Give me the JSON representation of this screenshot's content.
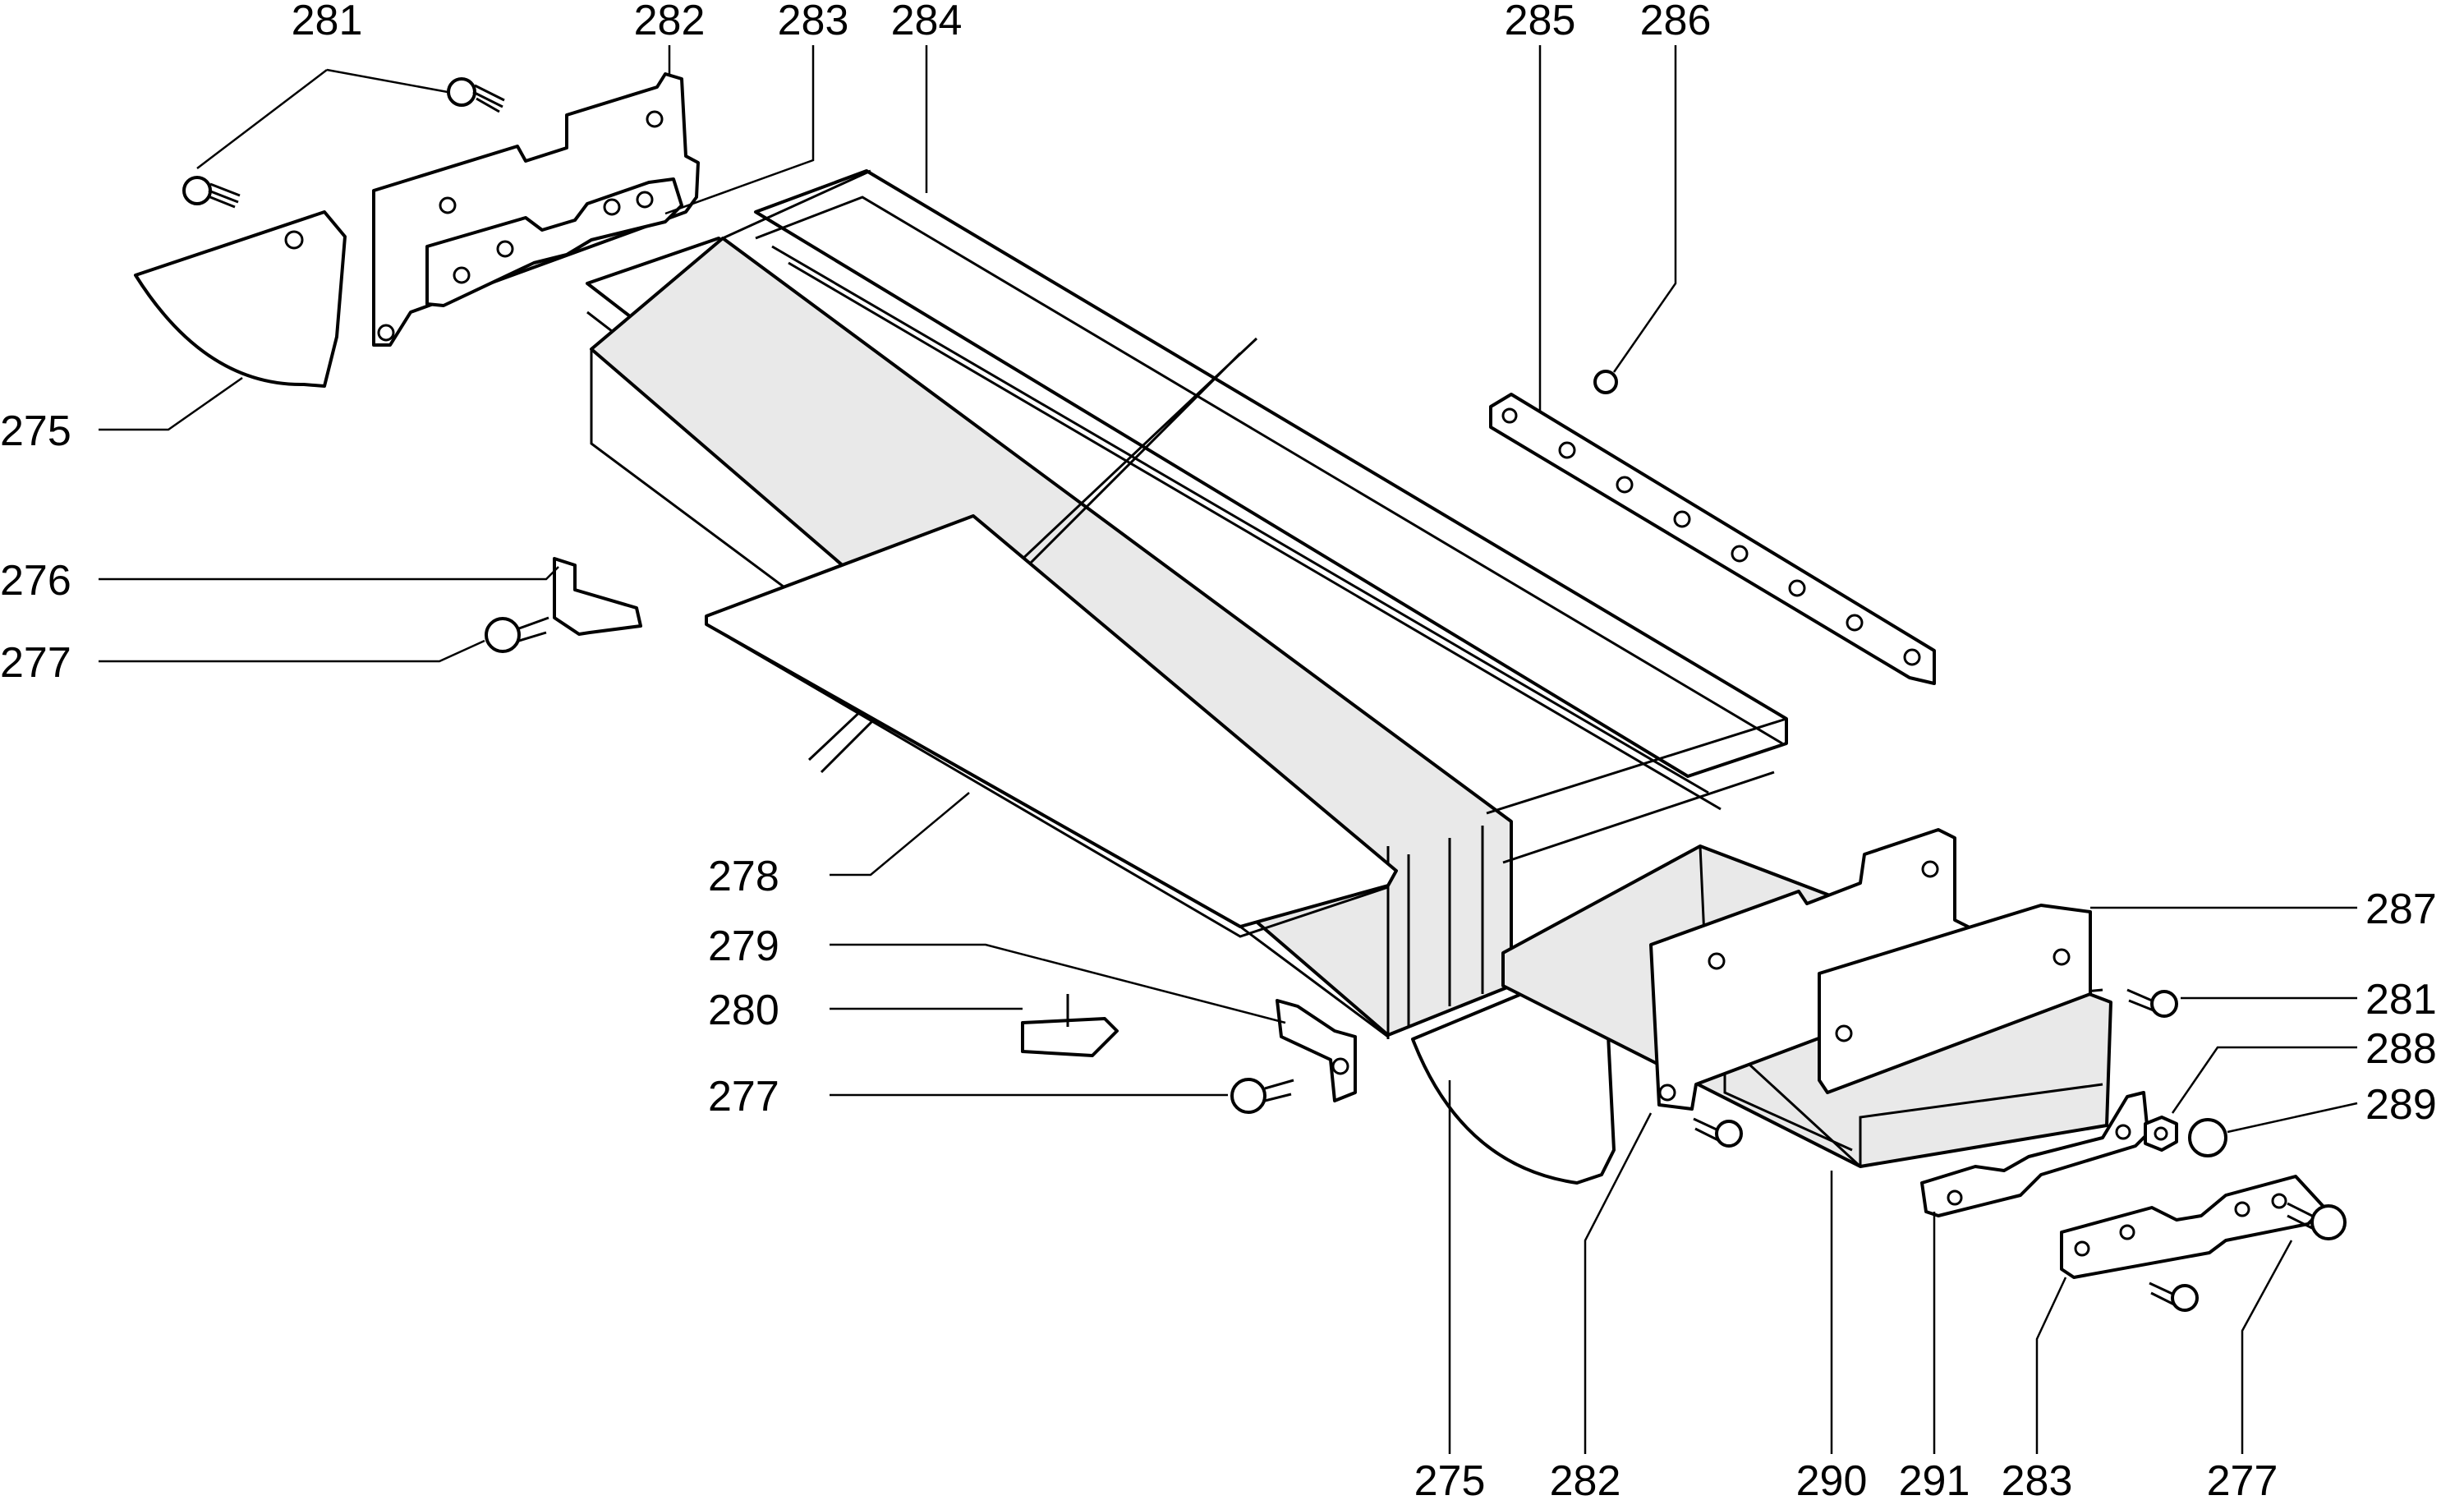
{
  "labels": {
    "top": [
      "281",
      "282",
      "283",
      "284",
      "285",
      "286"
    ],
    "left": [
      "275",
      "276",
      "277",
      "278",
      "279",
      "280",
      "277"
    ],
    "right": [
      "287",
      "281",
      "288",
      "289"
    ],
    "bottom": [
      "275",
      "282",
      "290",
      "291",
      "283",
      "277"
    ]
  },
  "colors": {
    "line": "#000000",
    "paper": "#ffffff",
    "shade": "#e9e9e9"
  }
}
